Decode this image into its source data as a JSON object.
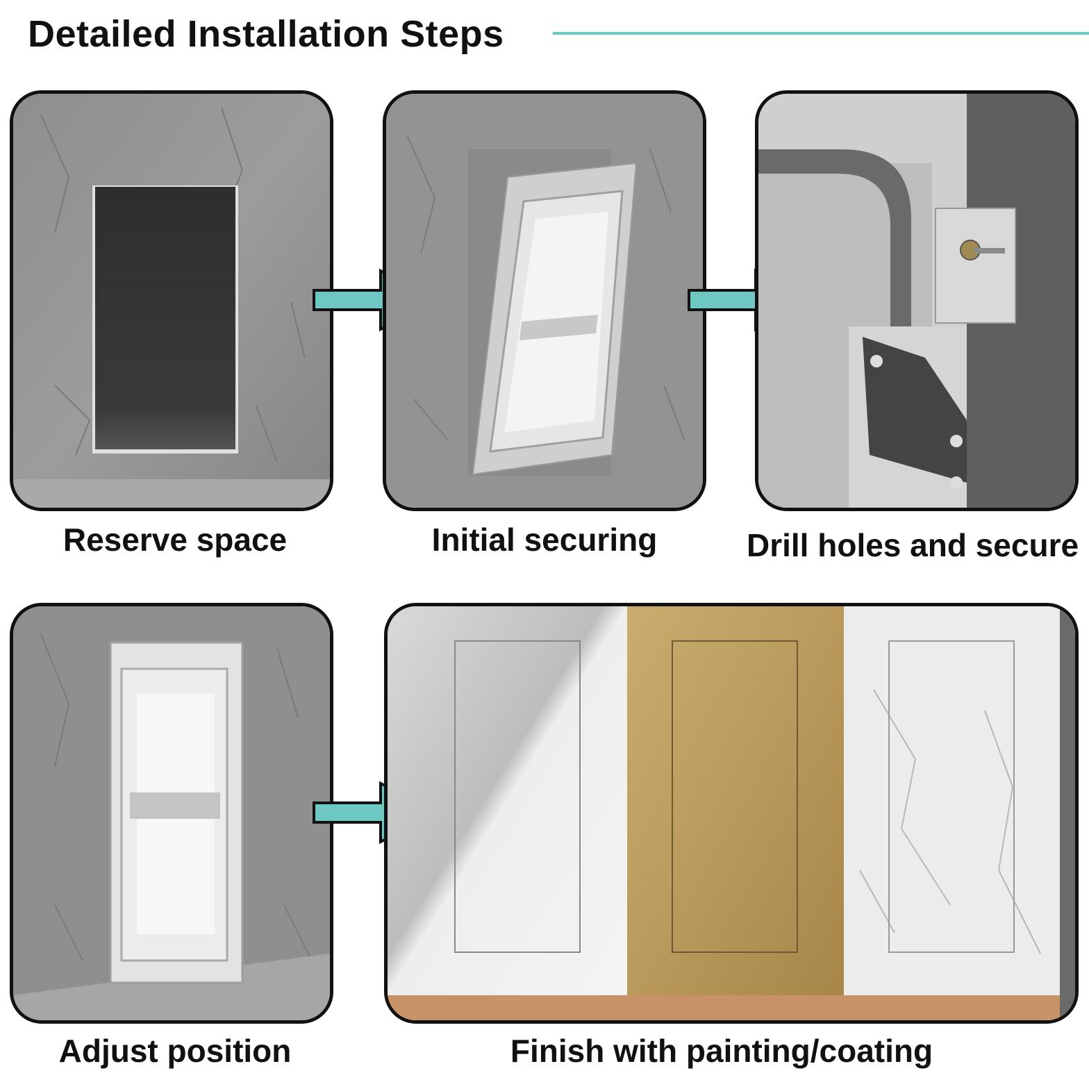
{
  "title": "Detailed Installation Steps",
  "accent_color": "#6ec7c0",
  "steps": [
    {
      "label": "Reserve space"
    },
    {
      "label": "Initial securing"
    },
    {
      "label": "Drill holes and secure"
    },
    {
      "label": "Adjust position"
    },
    {
      "label": "Finish with painting/coating"
    }
  ]
}
